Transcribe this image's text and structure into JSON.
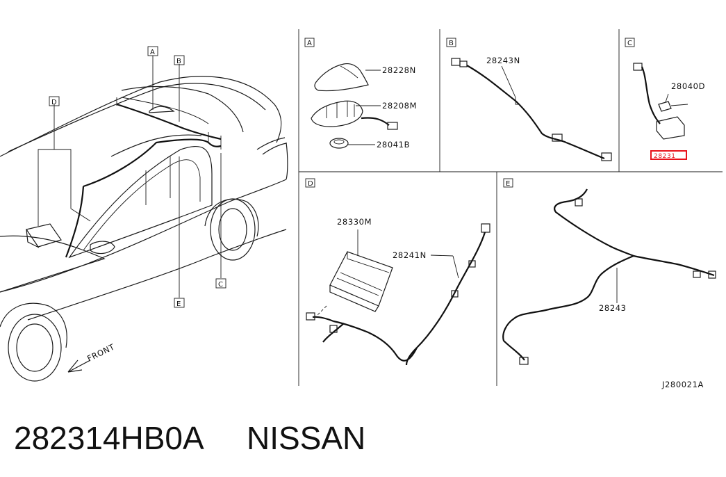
{
  "diagram": {
    "view_refs": [
      "A",
      "B",
      "C",
      "D",
      "E"
    ],
    "panels": [
      {
        "ref": "A",
        "parts": [
          "28228N",
          "28208M",
          "28041B"
        ]
      },
      {
        "ref": "B",
        "parts": [
          "28243N"
        ]
      },
      {
        "ref": "C",
        "parts": [
          "28040D",
          "28231"
        ]
      },
      {
        "ref": "D",
        "parts": [
          "28330M",
          "28241N"
        ]
      },
      {
        "ref": "E",
        "parts": [
          "28243"
        ]
      }
    ],
    "front_label": "FRONT",
    "diagram_code": "J280021A",
    "highlight_color": "#e8121b"
  },
  "caption": {
    "part_number": "282314HB0A",
    "brand": "NISSAN"
  }
}
